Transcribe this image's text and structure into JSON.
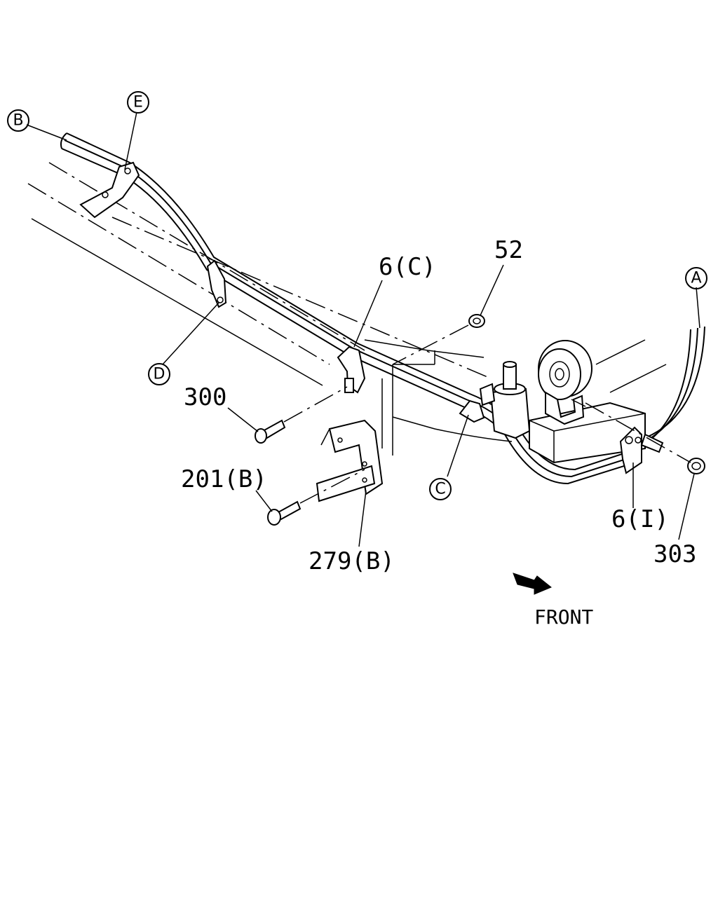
{
  "callouts": [
    {
      "id": "B",
      "label": "B"
    },
    {
      "id": "E",
      "label": "E"
    },
    {
      "id": "D",
      "label": "D"
    },
    {
      "id": "C",
      "label": "C"
    },
    {
      "id": "A",
      "label": "A"
    }
  ],
  "part_labels": {
    "p52": "52",
    "p6c": "6(C)",
    "p300": "300",
    "p201b": "201(B)",
    "p279b": "279(B)",
    "p6i": "6(I)",
    "p303": "303"
  },
  "direction_label": "FRONT"
}
